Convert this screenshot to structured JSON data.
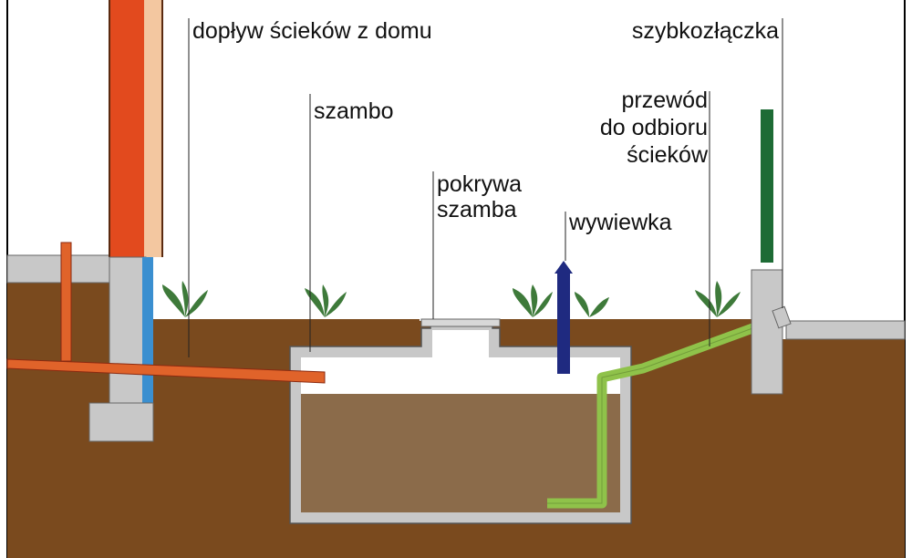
{
  "labels": {
    "inflow": "dopływ ścieków z domu",
    "quick_coupler": "szybkozłączka",
    "tank": "szambo",
    "suction_pipe_l1": "przewód",
    "suction_pipe_l2": "do odbioru",
    "suction_pipe_l3": "ścieków",
    "cover_l1": "pokrywa",
    "cover_l2": "szamba",
    "vent": "wywiewka"
  },
  "colors": {
    "soil": "#7a4a1e",
    "sewage": "#8b6b4a",
    "concrete": "#c8c8c8",
    "wall_red": "#e24a1e",
    "wall_peach": "#f3c7a0",
    "inflow_pipe": "#e0632a",
    "vent_pipe": "#1f2a80",
    "suction_pipe": "#8fc24a",
    "coupler_post": "#1d6b35",
    "plant": "#3e7a3a",
    "downpipe_blue": "#3a8fd0"
  }
}
